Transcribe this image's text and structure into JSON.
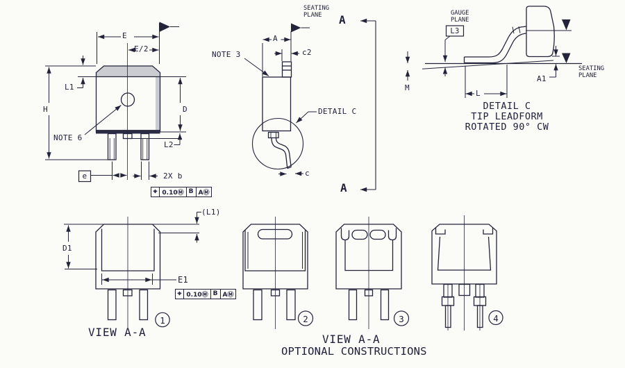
{
  "labels": {
    "dims": {
      "E": "E",
      "E2": "E/2",
      "L1": "L1",
      "H": "H",
      "D": "D",
      "L2": "L2",
      "e": "e",
      "b2x": "2X b",
      "A": "A",
      "c2": "c2",
      "c": "c",
      "L3": "L3",
      "M": "M",
      "L": "L",
      "A1": "A1",
      "L1ref": "(L1)",
      "D1": "D1",
      "E1": "E1"
    },
    "notes": {
      "note3": "NOTE 3",
      "note6": "NOTE 6"
    },
    "planes": {
      "seating1": "SEATING",
      "seating2": "PLANE",
      "gauge1": "GAUGE",
      "gauge2": "PLANE"
    },
    "section": {
      "letter": "A"
    },
    "detail_c": {
      "callout": "DETAIL C",
      "title1": "DETAIL C",
      "title2": "TIP LEADFORM",
      "title3": "ROTATED 90° CW"
    },
    "fcf": {
      "sym": "⌖",
      "tol": "0.10Ⓜ",
      "datum_b": "B",
      "datum_a": "AⓂ"
    },
    "views": {
      "caption": "VIEW A-A",
      "optional": "OPTIONAL CONSTRUCTIONS",
      "n1": "1",
      "n2": "2",
      "n3": "3",
      "n4": "4"
    }
  },
  "colors": {
    "ink": "#23233a",
    "paper": "#fbfbf8",
    "shade": "#caccd2"
  }
}
